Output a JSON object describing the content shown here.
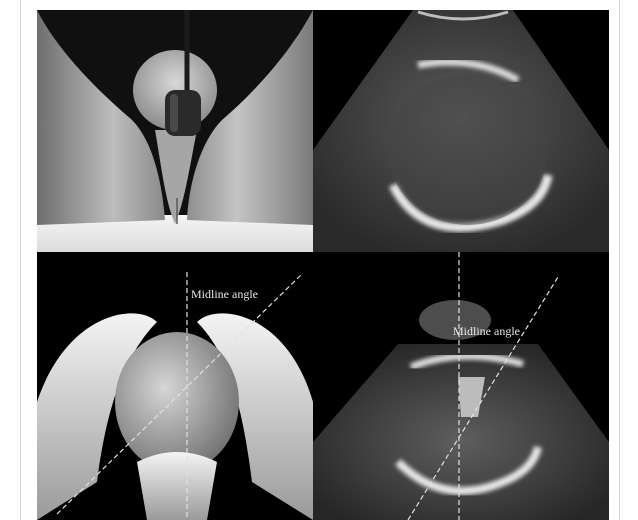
{
  "figure": {
    "panels": [
      {
        "name": "transperineal-probe-illustration",
        "label": ""
      },
      {
        "name": "ultrasound-fetal-head-axial",
        "label": ""
      },
      {
        "name": "pelvis-3d-model-midline",
        "label": "Midline angle"
      },
      {
        "name": "ultrasound-midline-angle",
        "label": "Midline angle"
      }
    ]
  },
  "colors": {
    "background": "#ffffff",
    "panel_dark": "#000000",
    "label_text": "#e8e8e8"
  }
}
